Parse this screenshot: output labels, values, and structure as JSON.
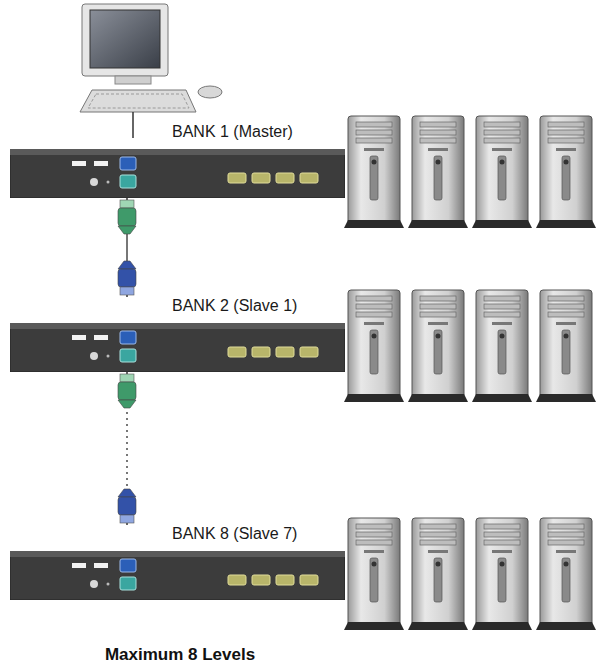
{
  "diagram": {
    "caption": "Maximum 8 Levels",
    "nodes": [
      {
        "text": [
          "BANK 1 (Master)"
        ]
      },
      {
        "text": [
          "BANK 2 (Slave 1)"
        ]
      },
      {
        "text": [
          "BANK 8 (Slave 7)"
        ]
      }
    ],
    "edges": [
      {
        "from": 0,
        "to": 1,
        "arrow": "none"
      },
      {
        "from": 1,
        "to": 2,
        "arrow": "none"
      }
    ]
  }
}
